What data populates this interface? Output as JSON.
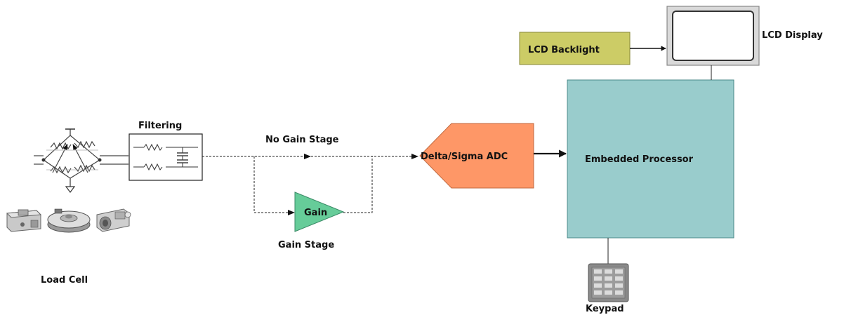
{
  "diagram": {
    "labels": {
      "filtering": "Filtering",
      "no_gain_stage": "No Gain Stage",
      "gain": "Gain",
      "gain_stage": "Gain Stage",
      "adc": "Delta/Sigma ADC",
      "processor": "Embedded Processor",
      "lcd_backlight": "LCD Backlight",
      "lcd_display": "LCD Display",
      "keypad": "Keypad",
      "load_cell": "Load Cell"
    },
    "colors": {
      "adc": "#fe9767",
      "processor": "#99cccc",
      "backlight": "#cccc66",
      "gain": "#66cc99",
      "lcd_frame": "#d9d9d9",
      "keypad": "#8a8a8a"
    }
  }
}
